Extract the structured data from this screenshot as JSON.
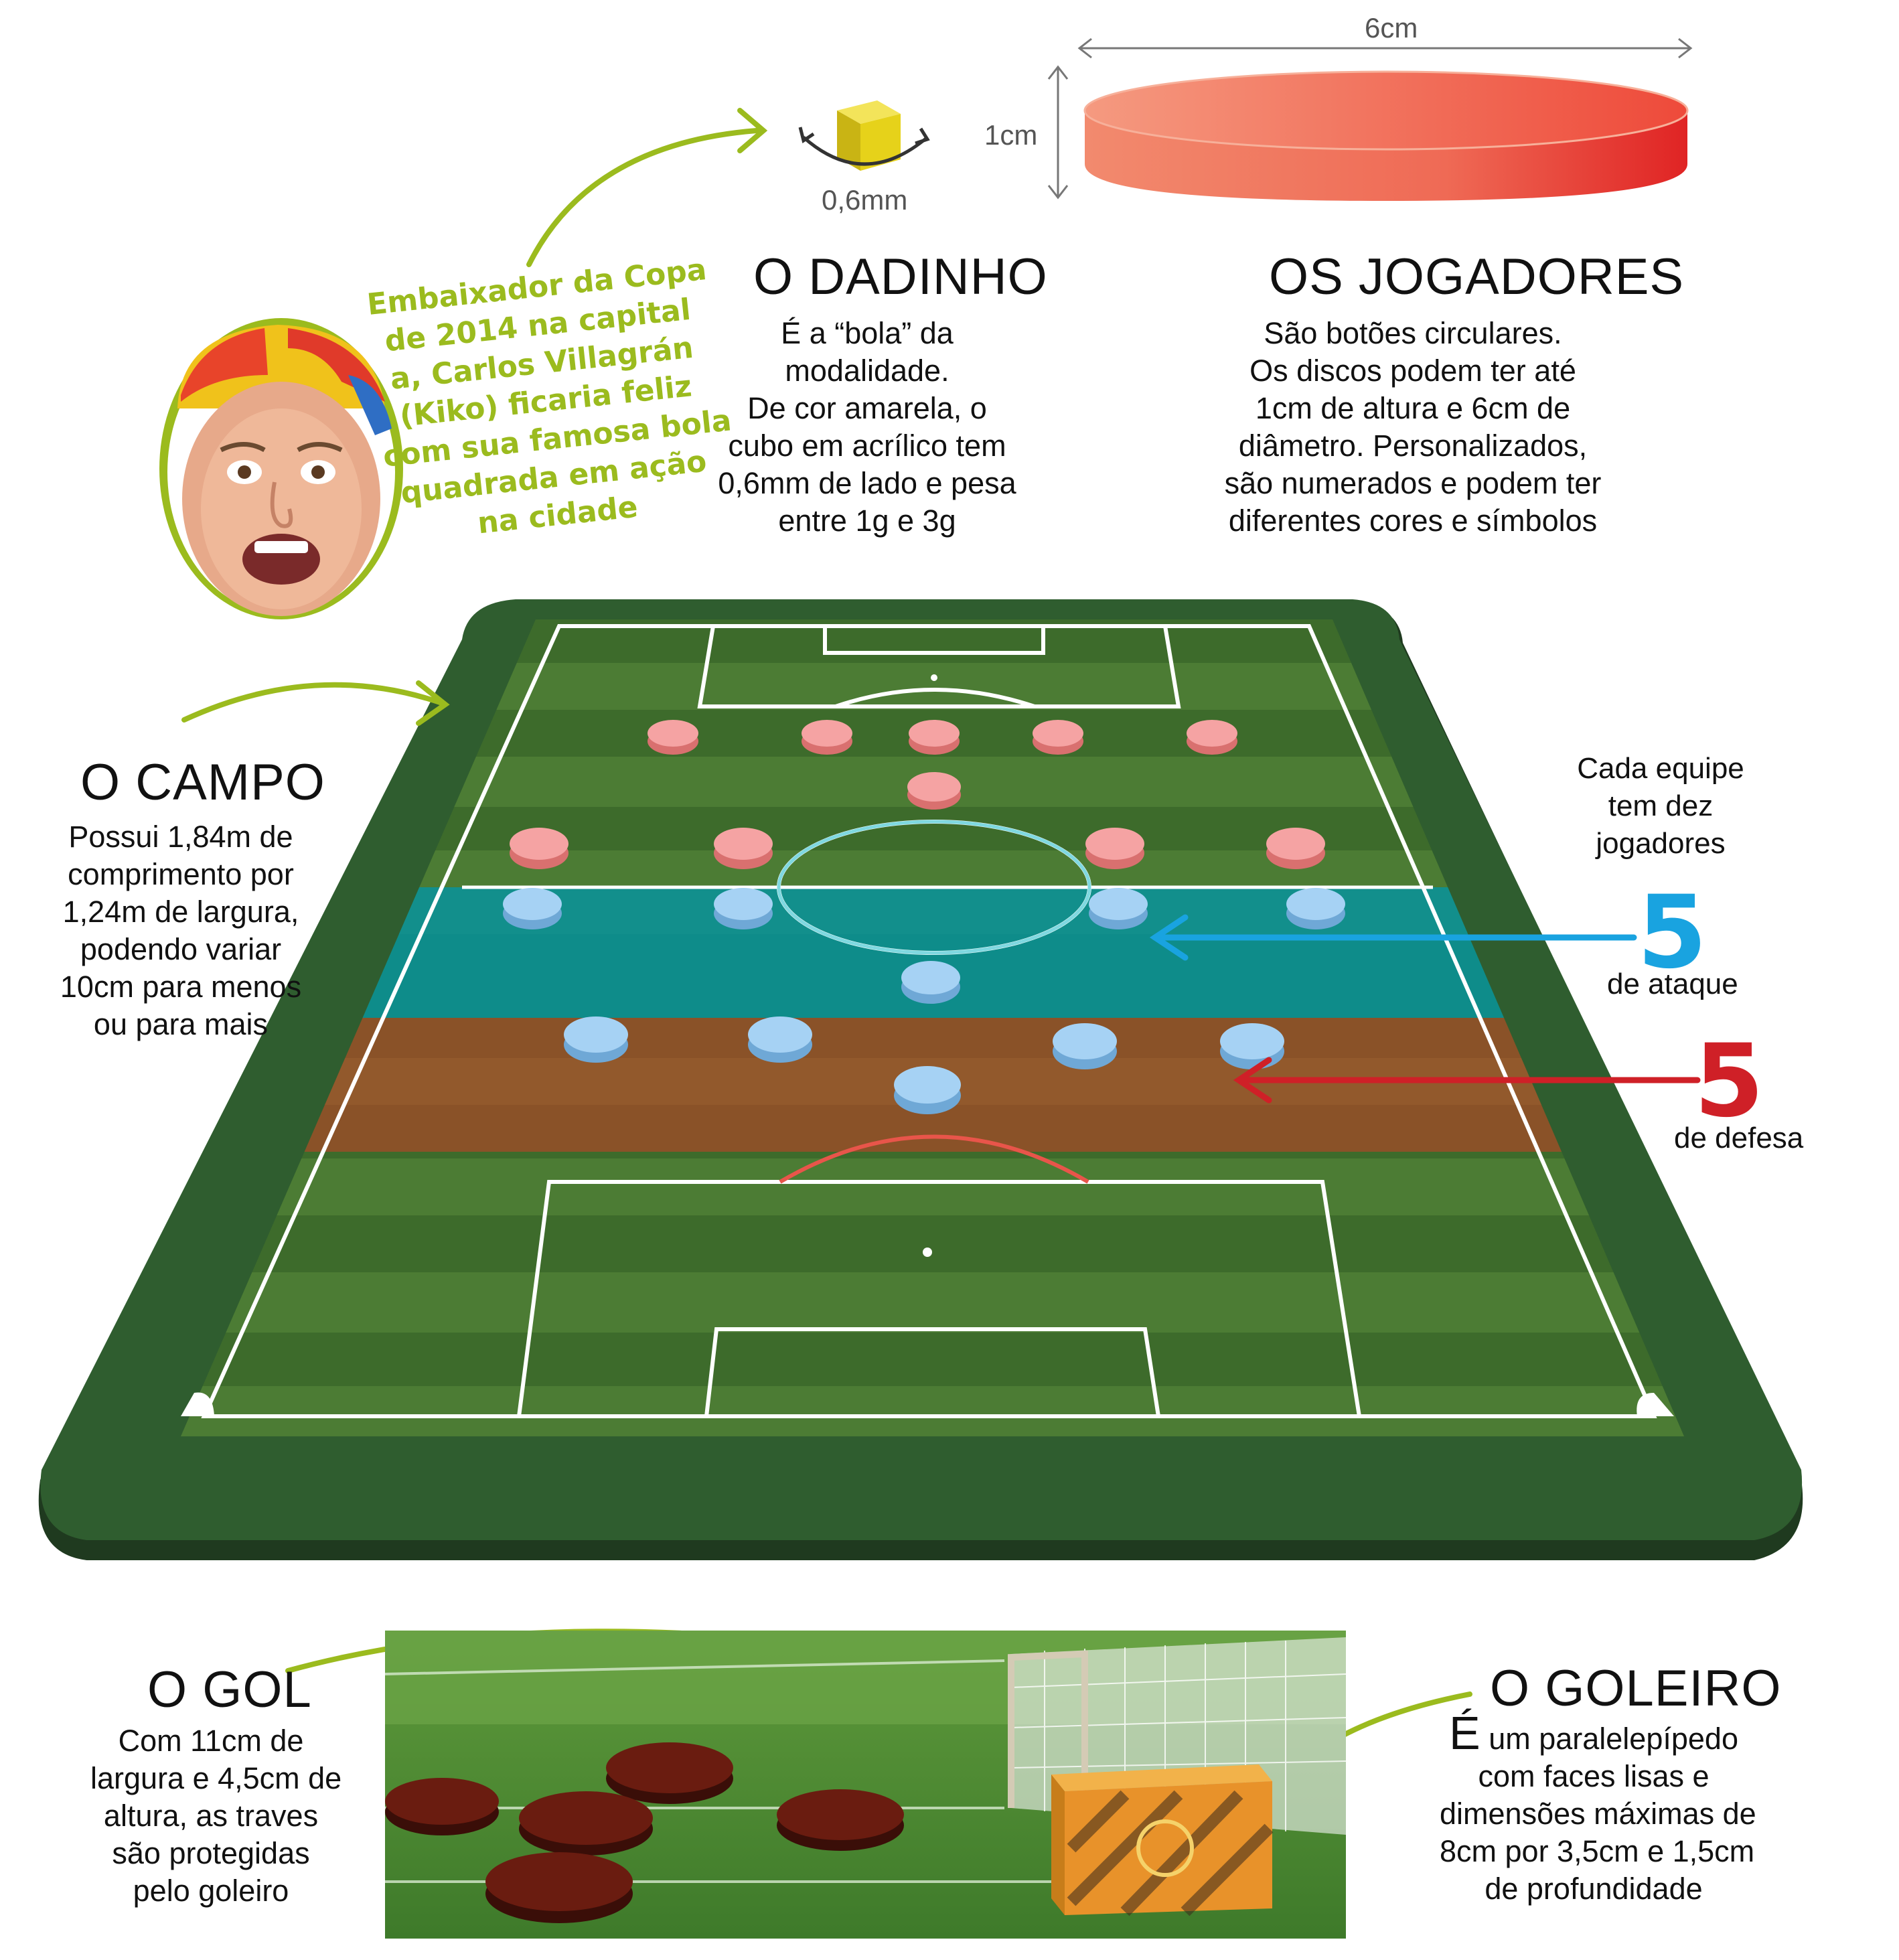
{
  "colors": {
    "grass_dark": "#3e6a2a",
    "grass_light": "#4f7d35",
    "board": "#2e5a2e",
    "attack_zone": "#0b8a8a",
    "defense_zone": "#8a5228",
    "red_team": "#f39a9a",
    "blue_team": "#9fcdf2",
    "attack_accent": "#19a3e0",
    "defense_accent": "#cf2027",
    "annotation": "#9bbb1e",
    "player_disc": "#ec3d2e",
    "ball_cube": "#e6d21a"
  },
  "icons": [
    "yellow-cube-icon",
    "red-disc-icon",
    "kiko-face-icon",
    "goal-photo-icon"
  ],
  "dadinho": {
    "dimension": "0,6mm",
    "title": "O DADINHO",
    "lines": [
      "É a “bola” da",
      "modalidade.",
      "De cor amarela, o",
      "cubo em acrílico tem",
      "0,6mm de lado e pesa",
      "entre 1g e 3g"
    ]
  },
  "jogadores": {
    "dim_width": "6cm",
    "dim_height": "1cm",
    "title": "OS JOGADORES",
    "lines": [
      "São botões circulares.",
      "Os discos podem ter até",
      "1cm de altura e 6cm de",
      "diâmetro. Personalizados,",
      "são numerados e podem ter",
      "diferentes cores e símbolos"
    ]
  },
  "kiko": {
    "lines": [
      "Embaixador da Copa",
      "de 2014 na capital",
      "a, Carlos Villagrán",
      "(Kiko) ficaria feliz",
      "com sua famosa bola",
      "quadrada em ação",
      "na cidade"
    ]
  },
  "campo": {
    "title": "O CAMPO",
    "lines": [
      "Possui 1,84m de",
      "comprimento por",
      "1,24m de largura,",
      "podendo variar",
      "10cm para menos",
      "ou para mais"
    ]
  },
  "equipe": {
    "lines": [
      "Cada equipe",
      "tem dez",
      "jogadores"
    ],
    "attack_count": "5",
    "attack_label": "de ataque",
    "defense_count": "5",
    "defense_label": "de defesa"
  },
  "gol": {
    "title": "O GOL",
    "lines": [
      "Com 11cm de",
      "largura e 4,5cm de",
      "altura, as traves",
      "são protegidas",
      "pelo goleiro"
    ]
  },
  "goleiro": {
    "title": "O GOLEIRO",
    "first_letter": "É",
    "first_rest": " um paralelepípedo",
    "lines": [
      "com faces lisas e",
      "dimensões máximas de",
      "8cm por 3,5cm e 1,5cm",
      "de profundidade"
    ]
  }
}
